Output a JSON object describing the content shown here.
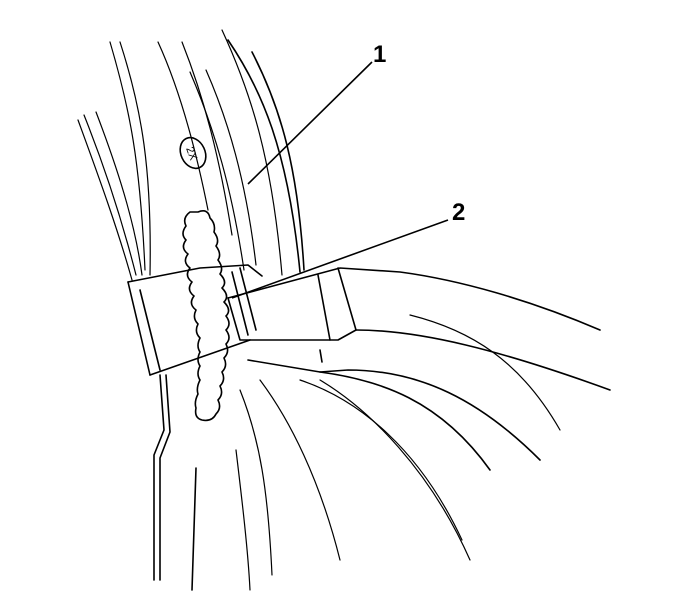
{
  "callouts": [
    {
      "id": "1",
      "label": "1"
    },
    {
      "id": "2",
      "label": "2"
    }
  ],
  "part_marking": "2X",
  "colors": {
    "line": "#000000",
    "background": "#ffffff"
  }
}
